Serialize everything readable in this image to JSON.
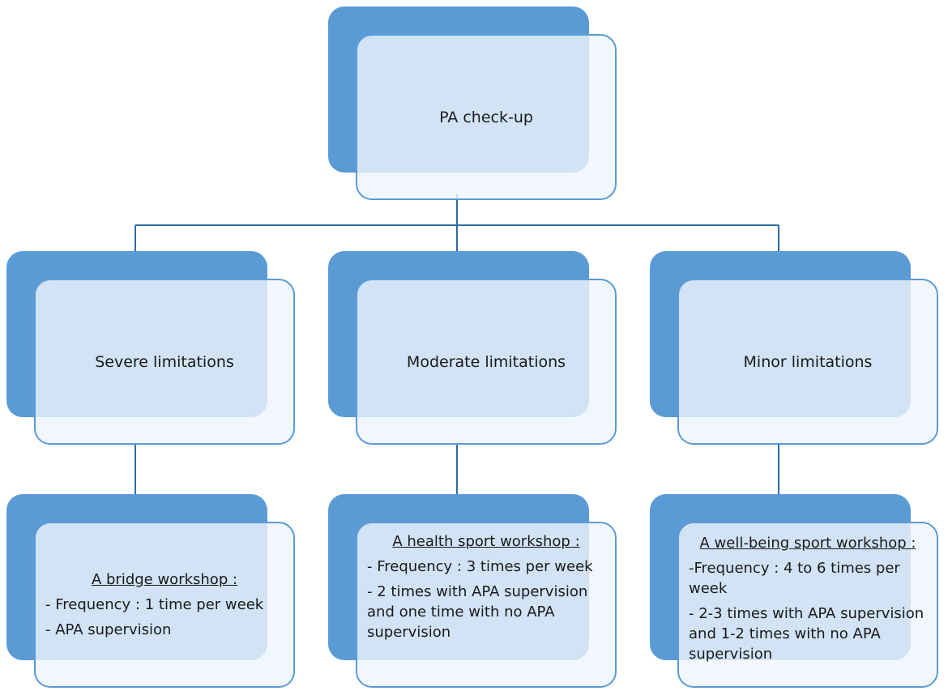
{
  "root": {
    "label": "PA check-up"
  },
  "categories": [
    {
      "label": "Severe limitations"
    },
    {
      "label": "Moderate limitations"
    },
    {
      "label": "Minor limitations"
    }
  ],
  "workshops": [
    {
      "title": "A bridge workshop :",
      "items": [
        "- Frequency : 1 time per week",
        "- APA supervision"
      ]
    },
    {
      "title": "A health sport workshop :",
      "items": [
        "- Frequency : 3 times per week",
        "- 2 times with APA supervision and one time with no APA supervision"
      ]
    },
    {
      "title": "A well-being sport workshop :",
      "items": [
        "-Frequency : 4 to 6 times per week",
        "- 2-3 times with APA supervision and 1-2 times with no APA supervision"
      ]
    }
  ],
  "colors": {
    "box_back": "#5b9bd5",
    "box_front": "#eff5fc",
    "box_border": "#5b9bd5",
    "connector": "#2e6da4"
  }
}
